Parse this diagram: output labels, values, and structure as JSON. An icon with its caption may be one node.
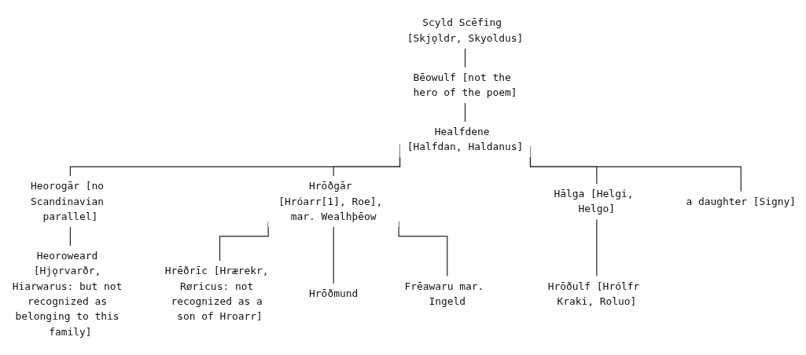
{
  "diagram": {
    "nodes": [
      {
        "text": [
          "Scyld Scēfing [Skjǫldr, Skyoldus]"
        ]
      },
      {
        "text": [
          "Bēowulf [not the hero of the poem]"
        ]
      },
      {
        "text": [
          "Healfdene [Halfdan, Haldanus]"
        ]
      },
      {
        "text": [
          "Heorogār [no Scandinavian parallel]"
        ]
      },
      {
        "text": [
          "Hrōðgār [Hróarr[1], Roe], mar. Wealhþēow"
        ]
      },
      {
        "text": [
          "Hālga [Helgi, Helgo]"
        ]
      },
      {
        "text": [
          "a daughter [Signy]"
        ]
      },
      {
        "text": [
          "Heoroweard [Hjǫrvarðr, Hiarwarus: but not recognized as belonging to this family]"
        ]
      },
      {
        "text": [
          "Hrēðrīc [Hrærekr, Røricus: not recognized as a son of Hroarr]"
        ]
      },
      {
        "text": [
          "Hrōðmund"
        ]
      },
      {
        "text": [
          "Frēawaru mar. Ingeld"
        ]
      },
      {
        "text": [
          "Hrōðulf [Hrólfr Kraki, Roluo]"
        ]
      }
    ],
    "edges": [
      {
        "from": 0,
        "to": 1,
        "arrow": "none"
      },
      {
        "from": 1,
        "to": 2,
        "arrow": "none"
      },
      {
        "from": 2,
        "to": 3,
        "arrow": "none"
      },
      {
        "from": 2,
        "to": 4,
        "arrow": "none"
      },
      {
        "from": 2,
        "to": 5,
        "arrow": "none"
      },
      {
        "from": 2,
        "to": 6,
        "arrow": "none"
      },
      {
        "from": 3,
        "to": 7,
        "arrow": "none"
      },
      {
        "from": 4,
        "to": 8,
        "arrow": "none"
      },
      {
        "from": 4,
        "to": 9,
        "arrow": "none"
      },
      {
        "from": 4,
        "to": 10,
        "arrow": "none"
      },
      {
        "from": 5,
        "to": 11,
        "arrow": "none"
      }
    ]
  }
}
